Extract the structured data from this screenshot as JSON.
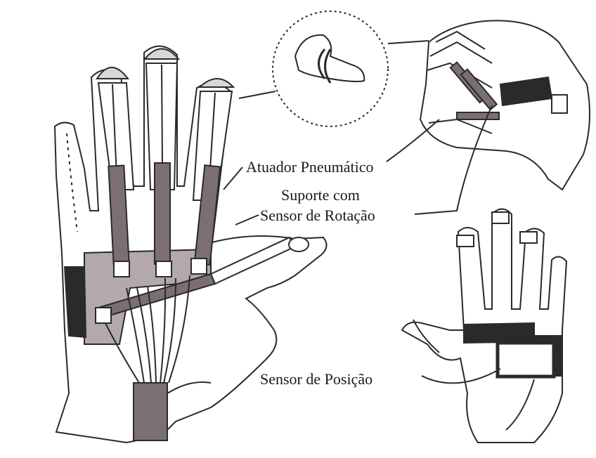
{
  "labels": {
    "pneumatic_actuator": "Atuador Pneumático",
    "rotation_support_line1": "Suporte com",
    "rotation_support_line2": "Sensor de Rotação",
    "position_sensor": "Sensor de Posição"
  },
  "colors": {
    "background": "#ffffff",
    "outline": "#2a2a2a",
    "actuator_fill": "#7b6f73",
    "base_plate_fill": "#b3a8aa",
    "strap_fill": "#2a2a2a"
  }
}
